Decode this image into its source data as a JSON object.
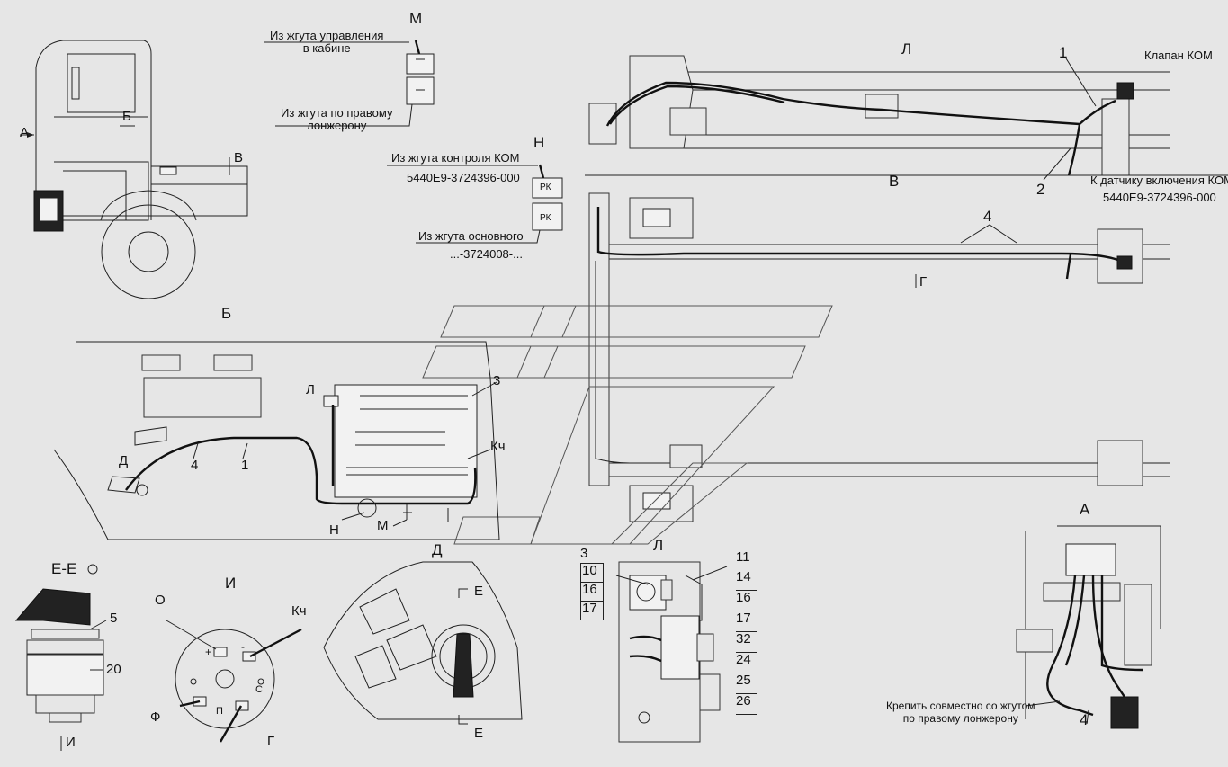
{
  "views": {
    "cab_side": {
      "a": "А",
      "b": "Б",
      "v": "В"
    },
    "connector_m": {
      "title": "М",
      "from_cab": "Из жгута управления\nв кабине",
      "from_right_rail": "Из жгута по правому\nлонжерону"
    },
    "connector_n": {
      "title": "Н",
      "from_kom_control": "Из жгута контроля КОМ",
      "kom_control_part": "5440Е9-3724396-000",
      "from_main": "Из жгута основного",
      "main_part": "...-3724008-...",
      "pin_label_top": "РК",
      "pin_label_bottom": "РК"
    },
    "view_l_top": {
      "title": "Л",
      "num_1": "1",
      "num_2": "2",
      "valve": "Клапан КОМ",
      "sensor": "К датчику включения КОМ",
      "sensor_part": "5440Е9-3724396-000"
    },
    "view_v": {
      "title": "В",
      "num_4": "4",
      "arrow_g": "Г"
    },
    "view_b": {
      "title": "Б",
      "l": "Л",
      "d": "Д",
      "num_4": "4",
      "num_1": "1",
      "num_3": "3",
      "kch": "Кч",
      "n": "Н",
      "m": "М"
    },
    "section_ee": {
      "title": "Е-Е",
      "num_5": "5",
      "num_20": "20",
      "arrow_i": "И"
    },
    "view_i": {
      "title": "И",
      "o": "О",
      "kch": "Кч",
      "f": "Ф",
      "g": "Г",
      "p": "П",
      "s": "С",
      "plus": "+",
      "minus": "-"
    },
    "view_d": {
      "title": "Д",
      "e_top": "Е",
      "e_bottom": "Е"
    },
    "view_l_detail": {
      "title": "Л",
      "left_nums": [
        "3",
        "10",
        "16",
        "17"
      ],
      "right_nums": [
        "11",
        "14",
        "16",
        "17",
        "32",
        "24",
        "25",
        "26"
      ]
    },
    "view_a": {
      "title": "А",
      "note": "Крепить совместно со жгутом\nпо правому лонжерону",
      "num_4": "4"
    }
  }
}
